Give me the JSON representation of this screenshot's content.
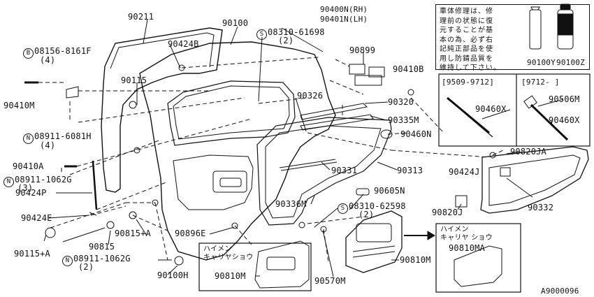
{
  "drawing_id": "A9000096",
  "note": {
    "text": "車体修理は、修\n理前の状態に復\n元することが基\n本の為、必ず右\n記純正部品を使\n用し防錆品質を\n維持して下さい。"
  },
  "variant_headers": {
    "left": "[9509-9712]",
    "right": "[9712-     ]"
  },
  "callouts": {
    "c90211": "90211",
    "c90100": "90100",
    "c90400N": "90400N(RH)",
    "c90401N": "90401N(LH)",
    "c08310_61698": "08310-61698",
    "c08310_61698_qty": "(2)",
    "c08156": "08156-8161F",
    "c08156_qty": "(4)",
    "c90424B": "90424B",
    "c90899": "90899",
    "c90410B": "90410B",
    "c90115": "90115",
    "c90410M": "90410M",
    "c08911_6081H": "08911-6081H",
    "c08911_6081H_qty": "(4)",
    "c90326": "90326",
    "c90320": "90320",
    "c90335M": "90335M",
    "c90460N": "90460N",
    "c90460X_a": "90460X",
    "c90506M": "90506M",
    "c90460X_b": "90460X",
    "c90410A": "90410A",
    "c08911_1062G_a": "08911-1062G",
    "c08911_1062G_a_qty": "(3)",
    "c90424P": "90424P",
    "c90331": "90331",
    "c90313": "90313",
    "c90424J": "90424J",
    "c90820JA": "90820JA",
    "c90605N": "90605N",
    "c90336M": "90336M",
    "c08310_62598": "08310-62598",
    "c08310_62598_qty": "(2)",
    "c90820J": "90820J",
    "c90332": "90332",
    "c90424E": "90424E",
    "c90815A": "90815+A",
    "c90896E": "90896E",
    "c90115A": "90115+A",
    "c90815": "90815",
    "c08911_1062G_b": "08911-1062G",
    "c08911_1062G_b_qty": "(2)",
    "c90100H": "90100H",
    "c90810M_a": "90810M",
    "c90570M": "90570M",
    "c90810M_b": "90810M",
    "c90100Y": "90100Y",
    "c90100Z": "90100Z",
    "c90810MA": "90810MA"
  },
  "prefix": {
    "B": "B",
    "N": "N",
    "S": "S"
  },
  "insets": {
    "finisher_title_1": "ハイメン",
    "finisher_title_2": "キャリヤショウ",
    "finisher2_title_1": "ハイメン",
    "finisher2_title_2": "キャリヤ ショウ"
  }
}
